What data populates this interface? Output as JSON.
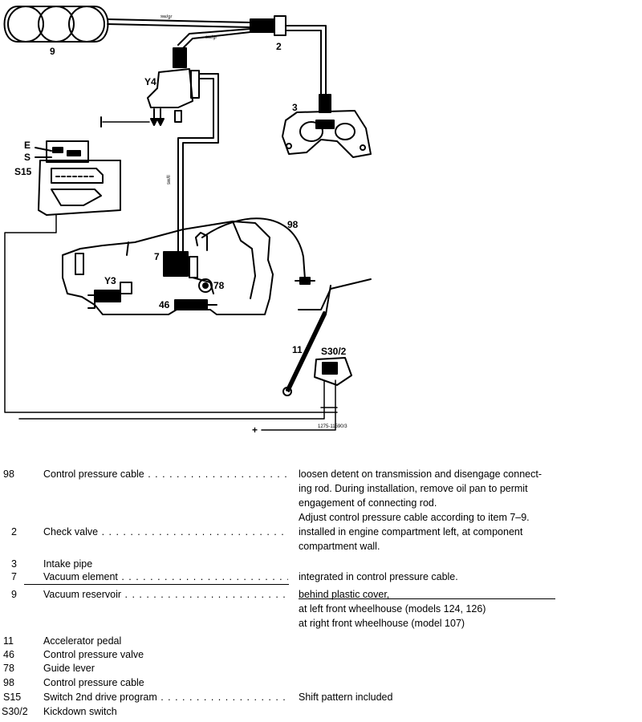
{
  "diagram": {
    "callouts": {
      "c9": "9",
      "c2": "2",
      "cY4": "Y4",
      "c3": "3",
      "cE": "E",
      "cS": "S",
      "cS15": "S15",
      "c98": "98",
      "c7": "7",
      "cY3": "Y3",
      "c78": "78",
      "c46": "46",
      "c11": "11",
      "cS30": "S30/2",
      "plus": "+",
      "ref": "1275-11590/3"
    },
    "hose_labels": {
      "h1": "sw/gr",
      "h2": "sw/gr",
      "h3": "sw/ll"
    }
  },
  "legend": {
    "rows": [
      {
        "num": "98",
        "label": "Control pressure cable",
        "dotted": true,
        "notes": [
          "loosen detent on transmission and disengage connect-",
          "ing rod. During installation, remove oil pan to permit",
          "engagement of connecting rod.",
          "Adjust control pressure cable according to item 7–9."
        ]
      },
      {
        "num": "2",
        "label": "Check valve",
        "dotted": true,
        "notes": [
          "installed in engine compartment left, at component",
          "compartment wall."
        ]
      },
      {
        "num": "3",
        "label": "Intake pipe",
        "dotted": false,
        "notes": []
      },
      {
        "num": "7",
        "label": "Vacuum element",
        "dotted": true,
        "notes": [
          "integrated in control pressure cable."
        ]
      },
      {
        "num": "9",
        "label": "Vacuum reservoir",
        "dotted": true,
        "notes": [
          "behind plastic cover,",
          "at left front wheelhouse (models 124, 126)",
          "at right front wheelhouse (model 107)"
        ]
      },
      {
        "num": "11",
        "label": "Accelerator pedal",
        "dotted": false,
        "notes": []
      },
      {
        "num": "46",
        "label": "Control pressure valve",
        "dotted": false,
        "notes": []
      },
      {
        "num": "78",
        "label": "Guide lever",
        "dotted": false,
        "notes": []
      },
      {
        "num": "98",
        "label": "Control pressure cable",
        "dotted": false,
        "notes": []
      },
      {
        "num": "S15",
        "label": "Switch 2nd drive program",
        "dotted": true,
        "notes": [
          "Shift pattern included"
        ]
      },
      {
        "num": "S30/2",
        "label": "Kickdown switch",
        "dotted": false,
        "notes": []
      }
    ]
  }
}
